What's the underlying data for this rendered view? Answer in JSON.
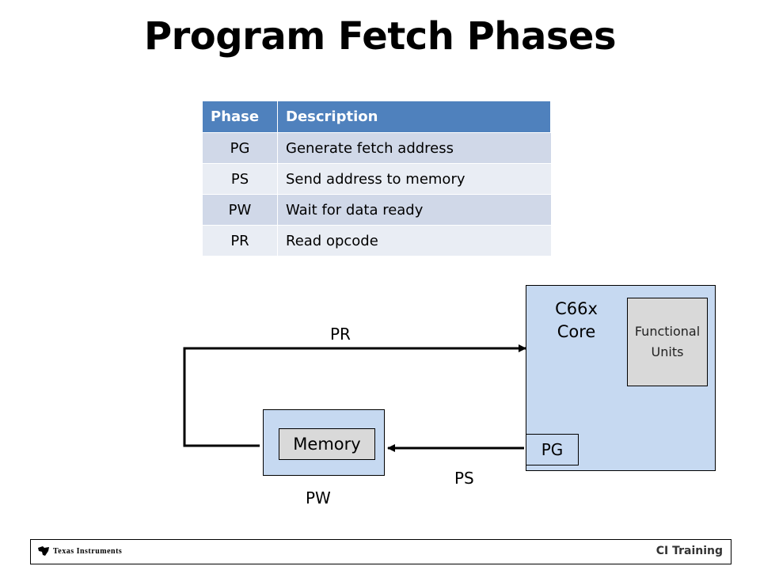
{
  "title": "Program Fetch Phases",
  "table": {
    "headers": [
      "Phase",
      "Description"
    ],
    "rows": [
      {
        "phase": "PG",
        "description": "Generate fetch address"
      },
      {
        "phase": "PS",
        "description": "Send address to memory"
      },
      {
        "phase": "PW",
        "description": "Wait for data ready"
      },
      {
        "phase": "PR",
        "description": "Read opcode"
      }
    ]
  },
  "diagram": {
    "core_line1": "C66x",
    "core_line2": "Core",
    "functional_units_line1": "Functional",
    "functional_units_line2": "Units",
    "pg_box": "PG",
    "memory": "Memory",
    "label_pr": "PR",
    "label_ps": "PS",
    "label_pw": "PW"
  },
  "footer": {
    "logo_text": "Texas Instruments",
    "brand": "CI Training"
  }
}
